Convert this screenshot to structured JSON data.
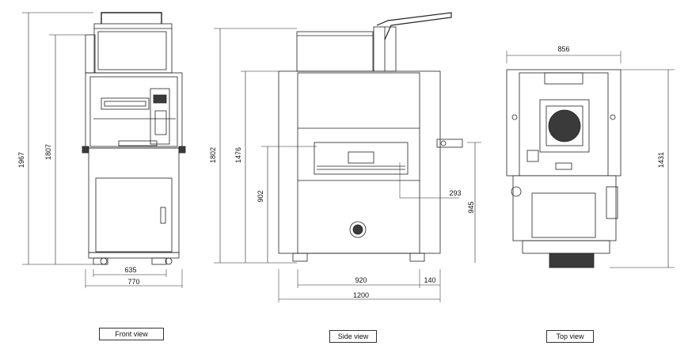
{
  "views": {
    "front": {
      "caption": "Front view",
      "dims": {
        "overall_height": "1967",
        "frame_height": "1807",
        "inner_width": "635",
        "overall_width": "770"
      }
    },
    "side": {
      "caption": "Side view",
      "dims": {
        "height_a": "1802",
        "height_b": "1476",
        "height_c": "902",
        "drawer_depth": "293",
        "right_height": "945",
        "base_depth": "920",
        "overhang": "140",
        "overall_depth": "1200"
      }
    },
    "top": {
      "caption": "Top view",
      "dims": {
        "width": "856",
        "depth": "1431"
      }
    }
  },
  "colors": {
    "line": "#222222",
    "fill_dark": "#3a3a3a",
    "fill_light": "#e6e6e6",
    "screen": "#f4f4f4"
  }
}
